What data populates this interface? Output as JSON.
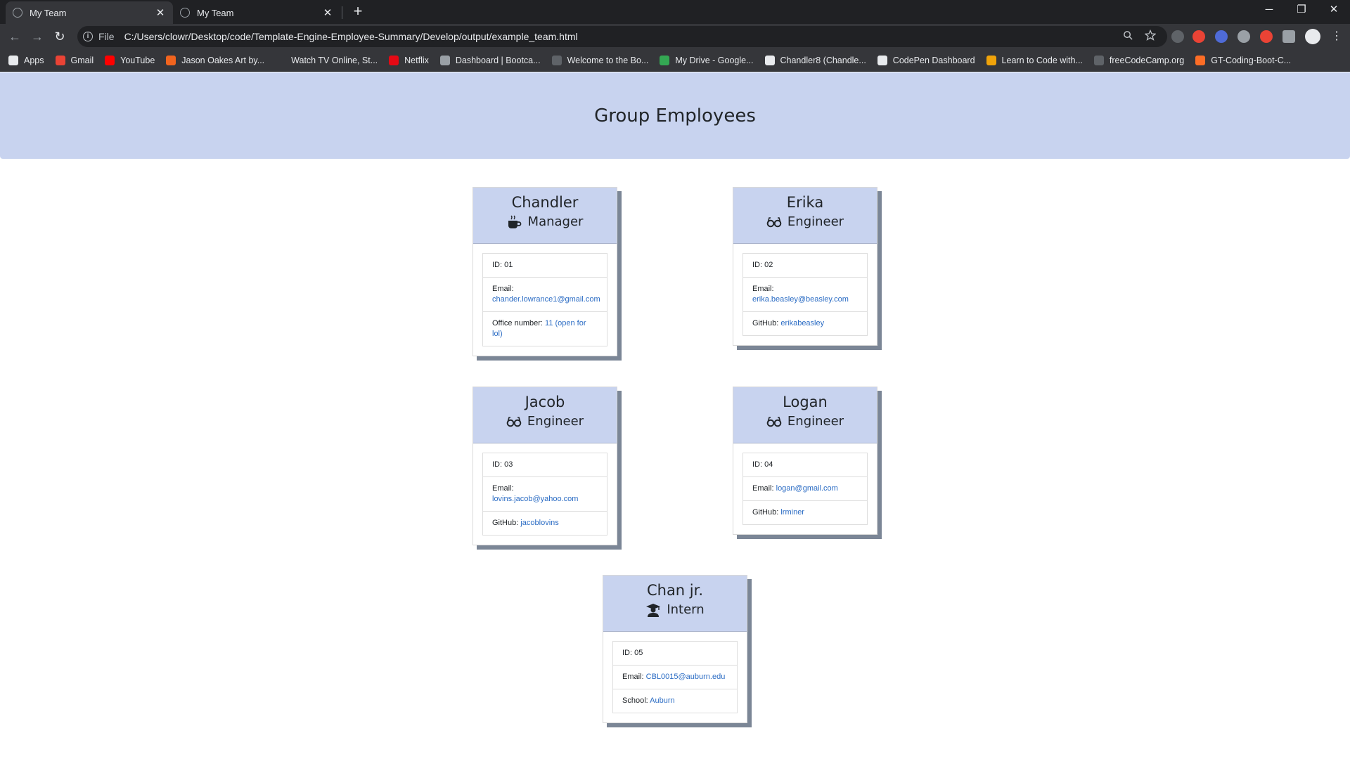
{
  "browser": {
    "tabs": [
      {
        "title": "My Team",
        "close": "✕"
      },
      {
        "title": "My Team",
        "close": "✕"
      }
    ],
    "new_tab": "+",
    "window_controls": {
      "minimize": "─",
      "restore": "❐",
      "close": "✕"
    },
    "nav": {
      "back": "←",
      "forward": "→",
      "reload": "↻"
    },
    "address": {
      "info": "i",
      "scheme_label": "File",
      "url": "C:/Users/clowr/Desktop/code/Template-Engine-Employee-Summary/Develop/output/example_team.html"
    },
    "bookmarks": [
      {
        "label": "Apps",
        "icon": "apps-grid-icon",
        "color": "#e8eaed"
      },
      {
        "label": "Gmail",
        "icon": "gmail-icon",
        "color": "#ea4335"
      },
      {
        "label": "YouTube",
        "icon": "youtube-icon",
        "color": "#ff0000"
      },
      {
        "label": "Jason Oakes Art by...",
        "icon": "etsy-icon",
        "color": "#f1641e"
      },
      {
        "label": "Watch TV Online, St...",
        "icon": "x-icon",
        "color": "#35363a"
      },
      {
        "label": "Netflix",
        "icon": "netflix-icon",
        "color": "#e50914"
      },
      {
        "label": "Dashboard | Bootca...",
        "icon": "globe-icon",
        "color": "#9aa0a6"
      },
      {
        "label": "Welcome to the Bo...",
        "icon": "page-icon",
        "color": "#5f6368"
      },
      {
        "label": "My Drive - Google...",
        "icon": "drive-icon",
        "color": "#34a853"
      },
      {
        "label": "Chandler8 (Chandle...",
        "icon": "github-icon",
        "color": "#e8eaed"
      },
      {
        "label": "CodePen Dashboard",
        "icon": "codepen-icon",
        "color": "#e8eaed"
      },
      {
        "label": "Learn to Code with...",
        "icon": "code-icon",
        "color": "#f0a30a"
      },
      {
        "label": "freeCodeCamp.org",
        "icon": "fcc-icon",
        "color": "#5f6368"
      },
      {
        "label": "GT-Coding-Boot-C...",
        "icon": "gitlab-icon",
        "color": "#fc6d26"
      }
    ]
  },
  "page": {
    "title": "Group Employees",
    "employees": [
      {
        "name": "Chandler",
        "role": "Manager",
        "icon": "coffee-cup-icon",
        "id": "ID: 01",
        "email_label": "Email:",
        "email": "chander.lowrance1@gmail.com",
        "extra_label": "Office number:",
        "extra_value": "11 (open for lol)"
      },
      {
        "name": "Erika",
        "role": "Engineer",
        "icon": "glasses-icon",
        "id": "ID: 02",
        "email_label": "Email:",
        "email": "erika.beasley@beasley.com",
        "extra_label": "GitHub:",
        "extra_value": "erikabeasley"
      },
      {
        "name": "Jacob",
        "role": "Engineer",
        "icon": "glasses-icon",
        "id": "ID: 03",
        "email_label": "Email:",
        "email": "lovins.jacob@yahoo.com",
        "extra_label": "GitHub:",
        "extra_value": "jacoblovins"
      },
      {
        "name": "Logan",
        "role": "Engineer",
        "icon": "glasses-icon",
        "id": "ID: 04",
        "email_label": "Email:",
        "email": "logan@gmail.com",
        "extra_label": "GitHub:",
        "extra_value": "lrminer"
      },
      {
        "name": "Chan jr.",
        "role": "Intern",
        "icon": "graduate-icon",
        "id": "ID: 05",
        "email_label": "Email:",
        "email": "CBL0015@auburn.edu",
        "extra_label": "School:",
        "extra_value": "Auburn"
      }
    ]
  },
  "colors": {
    "header_bg": "#c8d3ef",
    "link": "#2b6cc4",
    "card_shadow": "#7b8696"
  }
}
